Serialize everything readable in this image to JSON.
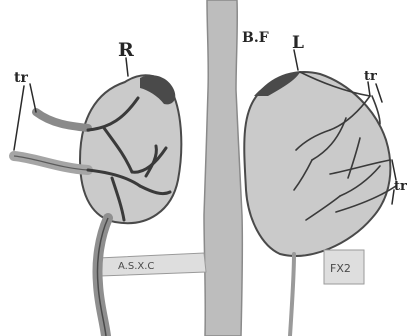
{
  "figure": {
    "labels": {
      "right_gland": "R",
      "left_gland": "L",
      "trachea_left_top": "tr",
      "trachea_right_upper": "tr",
      "trachea_right_lower": "tr",
      "bursa_fabricius": "B.F",
      "sticker_left": "A.S.X.C",
      "sticker_right": "FX2"
    },
    "colors": {
      "background": "#ffffff",
      "gland_fill": "#cacaca",
      "gland_outline": "#4a4a4a",
      "vessel": "#3a3a3a",
      "label_ink": "#262626",
      "tube_fill": "#bdbdbd",
      "sticker_fill": "#dedede"
    }
  }
}
